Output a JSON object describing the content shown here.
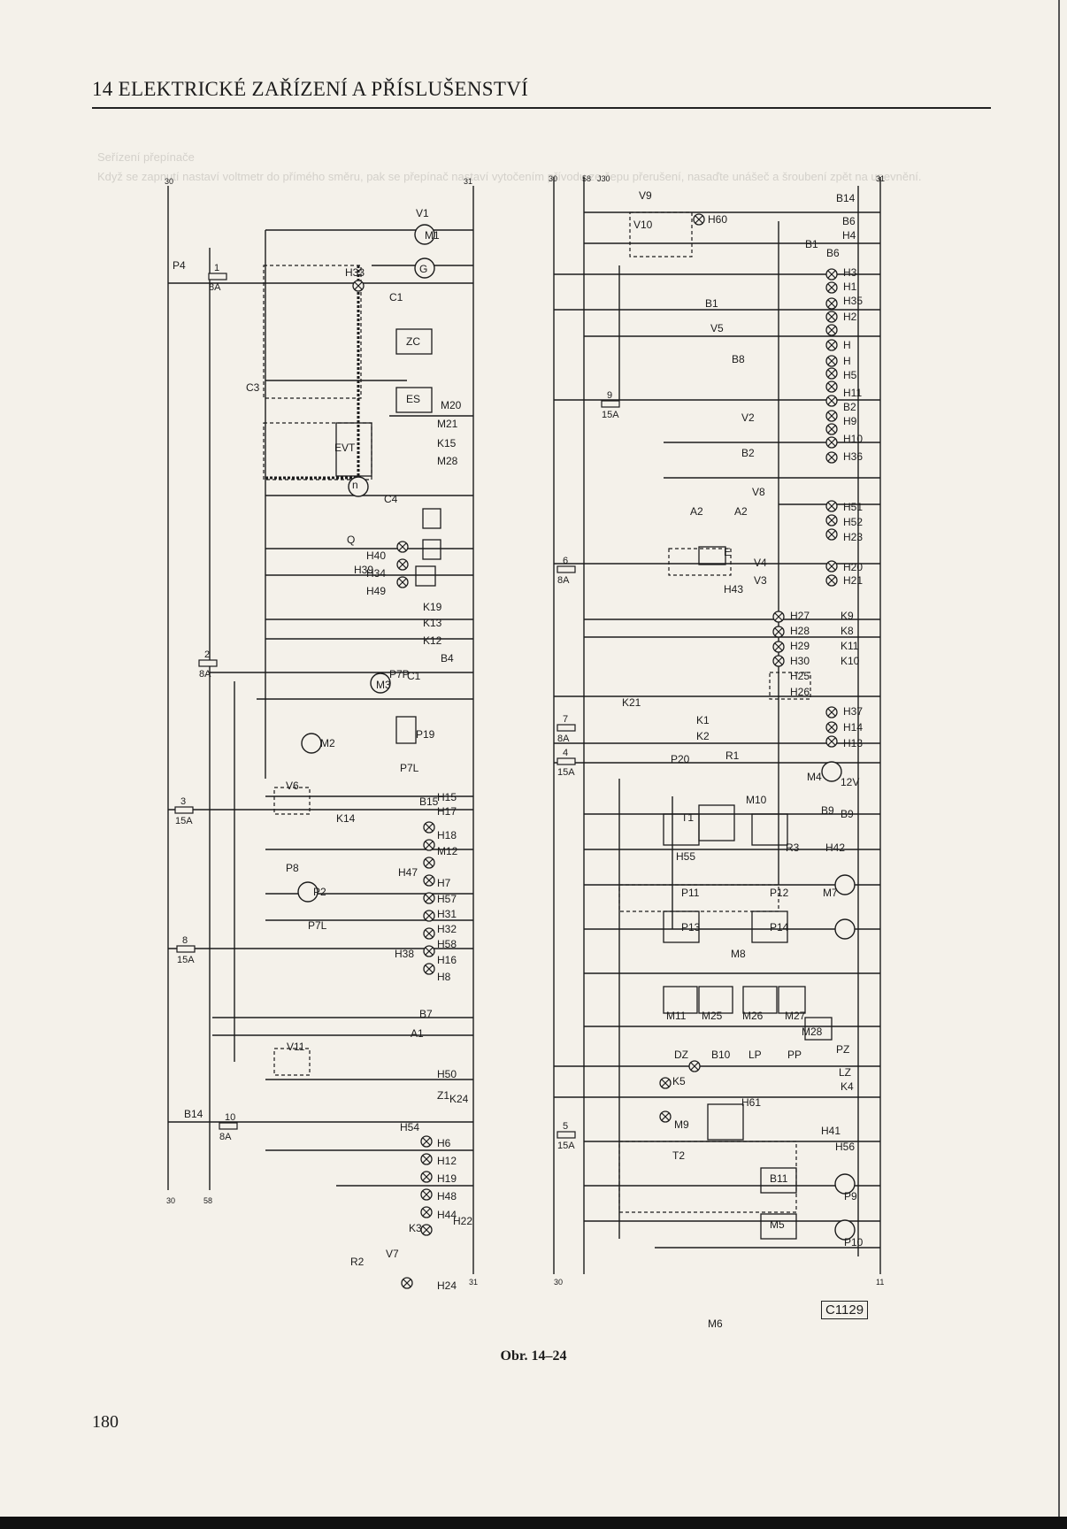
{
  "page": {
    "header": "14  ELEKTRICKÉ ZAŘÍZENÍ A PŘÍSLUŠENSTVÍ",
    "page_number": "180",
    "caption": "Obr. 14–24",
    "reference_code": "C1129"
  },
  "bleed_text": [
    "Seřízení přepínače",
    "Když se zapnutí nastaví voltmetr do přímého směru, pak se přepínač nastaví vytočením přívodu ze čepu přerušení, nasaďte unášeč a šroubení zpět na upevnění."
  ],
  "terminals": {
    "top": [
      "30",
      "31",
      "30",
      "58",
      "J30",
      "31"
    ],
    "bottom": [
      "30",
      "58",
      "31",
      "30",
      "11"
    ]
  },
  "fuses": [
    {
      "id": "1",
      "rating": "8A"
    },
    {
      "id": "2",
      "rating": "8A"
    },
    {
      "id": "3",
      "rating": "15A"
    },
    {
      "id": "8",
      "rating": "15A"
    },
    {
      "id": "10",
      "rating": "8A"
    },
    {
      "id": "9",
      "rating": "15A"
    },
    {
      "id": "6",
      "rating": "8A"
    },
    {
      "id": "7",
      "rating": "8A"
    },
    {
      "id": "4",
      "rating": "15A"
    },
    {
      "id": "5",
      "rating": "15A"
    }
  ],
  "left_components": [
    "V1",
    "M1",
    "G",
    "C1",
    "H33",
    "P4",
    "ZC",
    "ES",
    "C3",
    "EVT",
    "M20",
    "M21",
    "K15",
    "M28",
    "n",
    "C4",
    "Q",
    "H39",
    "H40",
    "H34",
    "H49",
    "K19",
    "K13",
    "K12",
    "B4",
    "M3",
    "P7P",
    "C1",
    "M2",
    "P19",
    "P7L",
    "V6",
    "B15",
    "K14",
    "H17",
    "H18",
    "M12",
    "H47",
    "P8",
    "P2",
    "P7L",
    "H38",
    "H15",
    "H7",
    "H57",
    "H31",
    "H32",
    "H58",
    "H16",
    "H8",
    "B7",
    "A1",
    "V11",
    "H50",
    "Z1",
    "B14",
    "H54",
    "H6",
    "H12",
    "H19",
    "H48",
    "H44",
    "K24",
    "K3",
    "H22",
    "R2",
    "V7",
    "H24"
  ],
  "right_components": [
    "V9",
    "V10",
    "H60",
    "B14",
    "B6",
    "B1",
    "B6",
    "H4",
    "H3",
    "H1",
    "H35",
    "H2",
    "H",
    "H",
    "H5",
    "H11",
    "B2",
    "H9",
    "H10",
    "H36",
    "V5",
    "B1",
    "B8",
    "V2",
    "B2",
    "V8",
    "H51",
    "H52",
    "H23",
    "A2",
    "A2",
    "E",
    "H20",
    "H21",
    "V4",
    "V3",
    "H43",
    "H27",
    "H28",
    "H29",
    "H30",
    "H25",
    "H26",
    "K9",
    "K8",
    "K11",
    "K10",
    "H37",
    "H14",
    "H13",
    "K21",
    "K1",
    "K2",
    "P20",
    "R1",
    "M4",
    "12V",
    "M10",
    "B9",
    "B9",
    "T1",
    "H55",
    "R3",
    "H42",
    "P11",
    "P12",
    "M7",
    "P13",
    "P14",
    "M8",
    "M11",
    "M25",
    "M26",
    "M27",
    "M28",
    "DZ",
    "B10",
    "LP",
    "PP",
    "PZ",
    "LZ",
    "K4",
    "K5",
    "H61",
    "M9",
    "T2",
    "H56",
    "H41",
    "B11",
    "P9",
    "M5",
    "P10",
    "M6"
  ]
}
